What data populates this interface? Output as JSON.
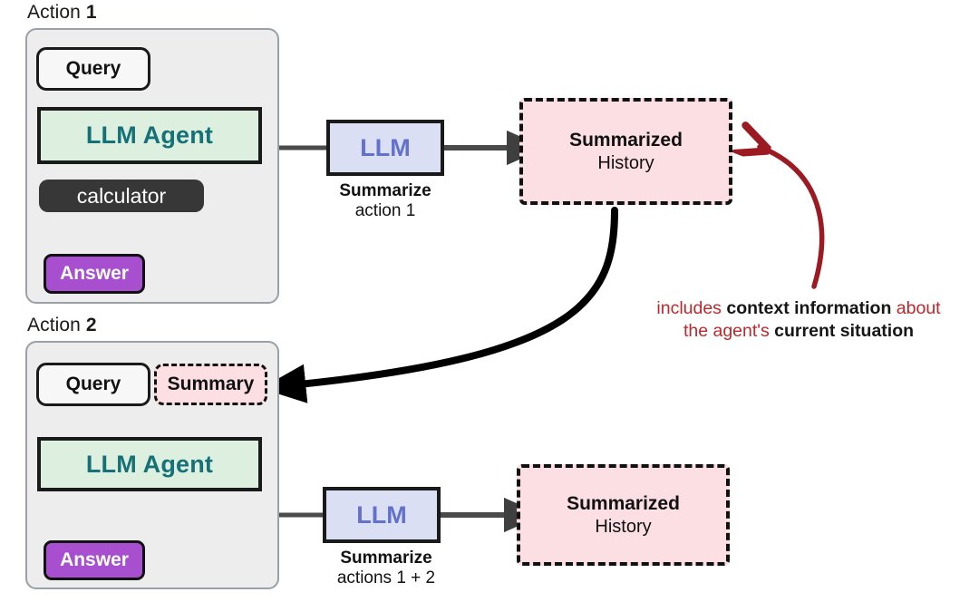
{
  "diagram": {
    "title_prefix": "Action",
    "colors": {
      "group_bg": "#ededed",
      "group_border": "#9aa0a6",
      "agent_bg": "#ddf0e0",
      "agent_text": "#157078",
      "tool_bg": "#373737",
      "answer_bg": "#a84fd0",
      "llm_bg": "#dbdff4",
      "llm_text": "#6272cc",
      "history_bg": "#fbdfe2",
      "note_red": "#bf272c",
      "arrow_dark": "#3f3f3f",
      "arrow_black": "#000000"
    },
    "actions": [
      {
        "caption_label": "Action",
        "caption_number": "1",
        "query_label": "Query",
        "has_summary": false,
        "summary_label": "",
        "agent_label": "LLM Agent",
        "tool_label": "calculator",
        "answer_label": "Answer"
      },
      {
        "caption_label": "Action",
        "caption_number": "2",
        "query_label": "Query",
        "has_summary": true,
        "summary_label": "Summary",
        "agent_label": "LLM Agent",
        "tool_label": "",
        "answer_label": "Answer"
      }
    ],
    "summarizers": [
      {
        "box_label": "LLM",
        "caption_bold": "Summarize",
        "caption_plain": "action 1"
      },
      {
        "box_label": "LLM",
        "caption_bold": "Summarize",
        "caption_plain": "actions 1 + 2"
      }
    ],
    "histories": [
      {
        "line1": "Summarized",
        "line2": "History"
      },
      {
        "line1": "Summarized",
        "line2": "History"
      }
    ],
    "annotation": {
      "line1_a": "includes ",
      "line1_b": "context information",
      "line1_c": " about",
      "line2_a": "the agent's ",
      "line2_b": "current situation"
    },
    "icons": {
      "feed_arrow": "curved-arrow-icon",
      "context_arrow": "curved-arrow-icon",
      "flow_arrow": "arrow-right-icon",
      "down_arrow": "arrow-down-icon"
    }
  }
}
